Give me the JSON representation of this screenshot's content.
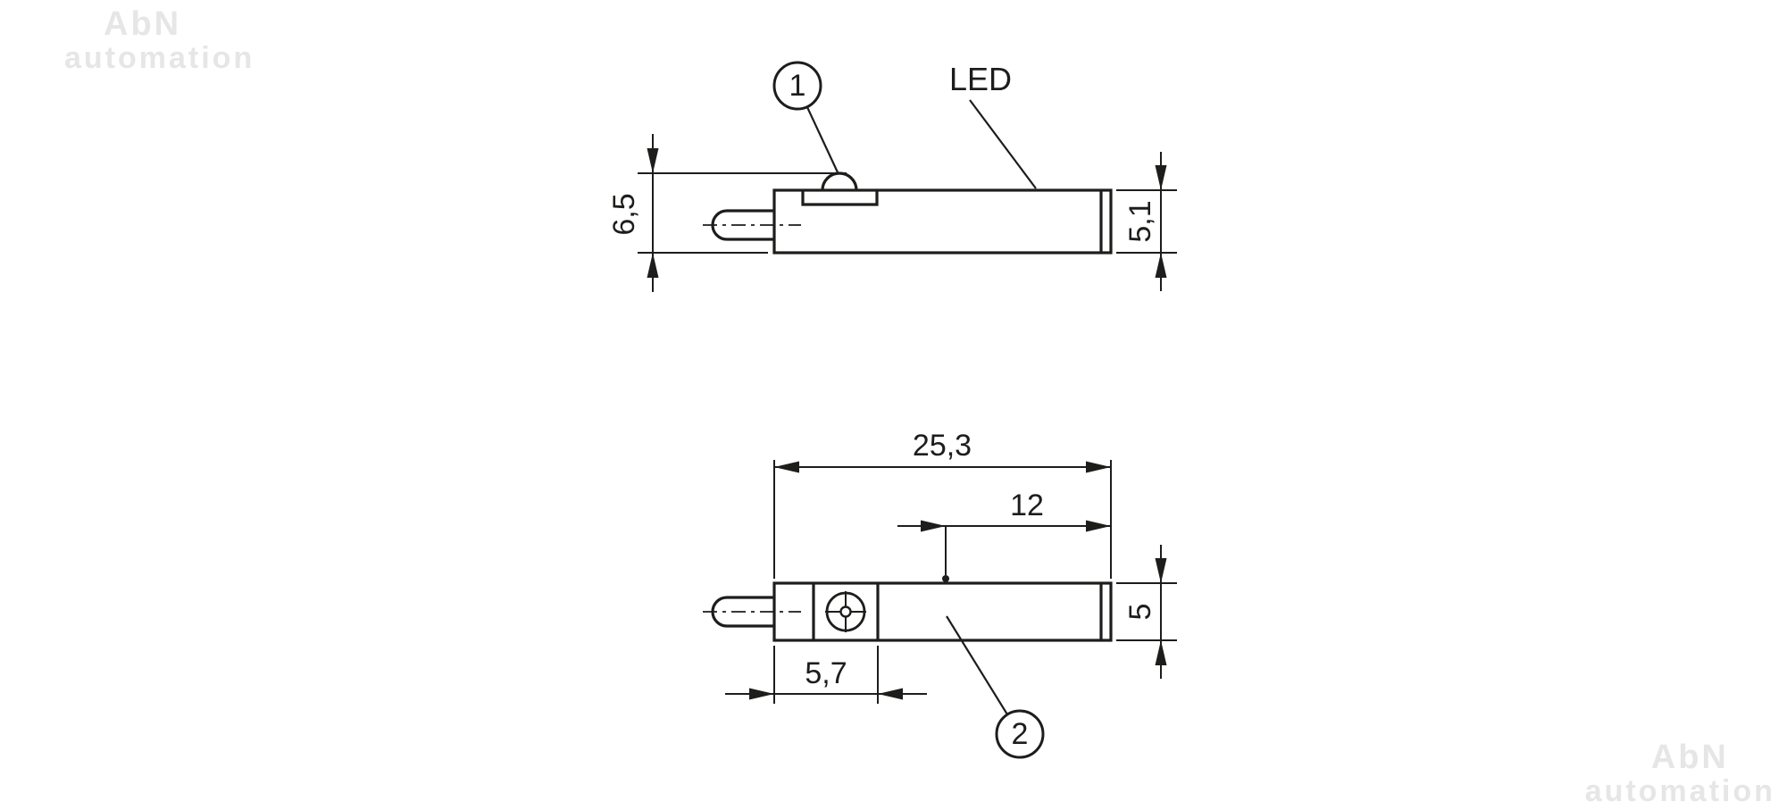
{
  "watermark": {
    "line1": "AbN",
    "line2": "automation"
  },
  "colors": {
    "line": "#1d1d1b",
    "background": "#ffffff",
    "watermark": "#e6e6e6"
  },
  "top_view": {
    "balloon_label": "1",
    "led_label": "LED",
    "dim_overall_height": "6,5",
    "dim_body_height": "5,1"
  },
  "bottom_view": {
    "balloon_label": "2",
    "dim_overall_length": "25,3",
    "dim_face_offset": "12",
    "dim_body_height": "5",
    "dim_pot_offset": "5,7"
  }
}
